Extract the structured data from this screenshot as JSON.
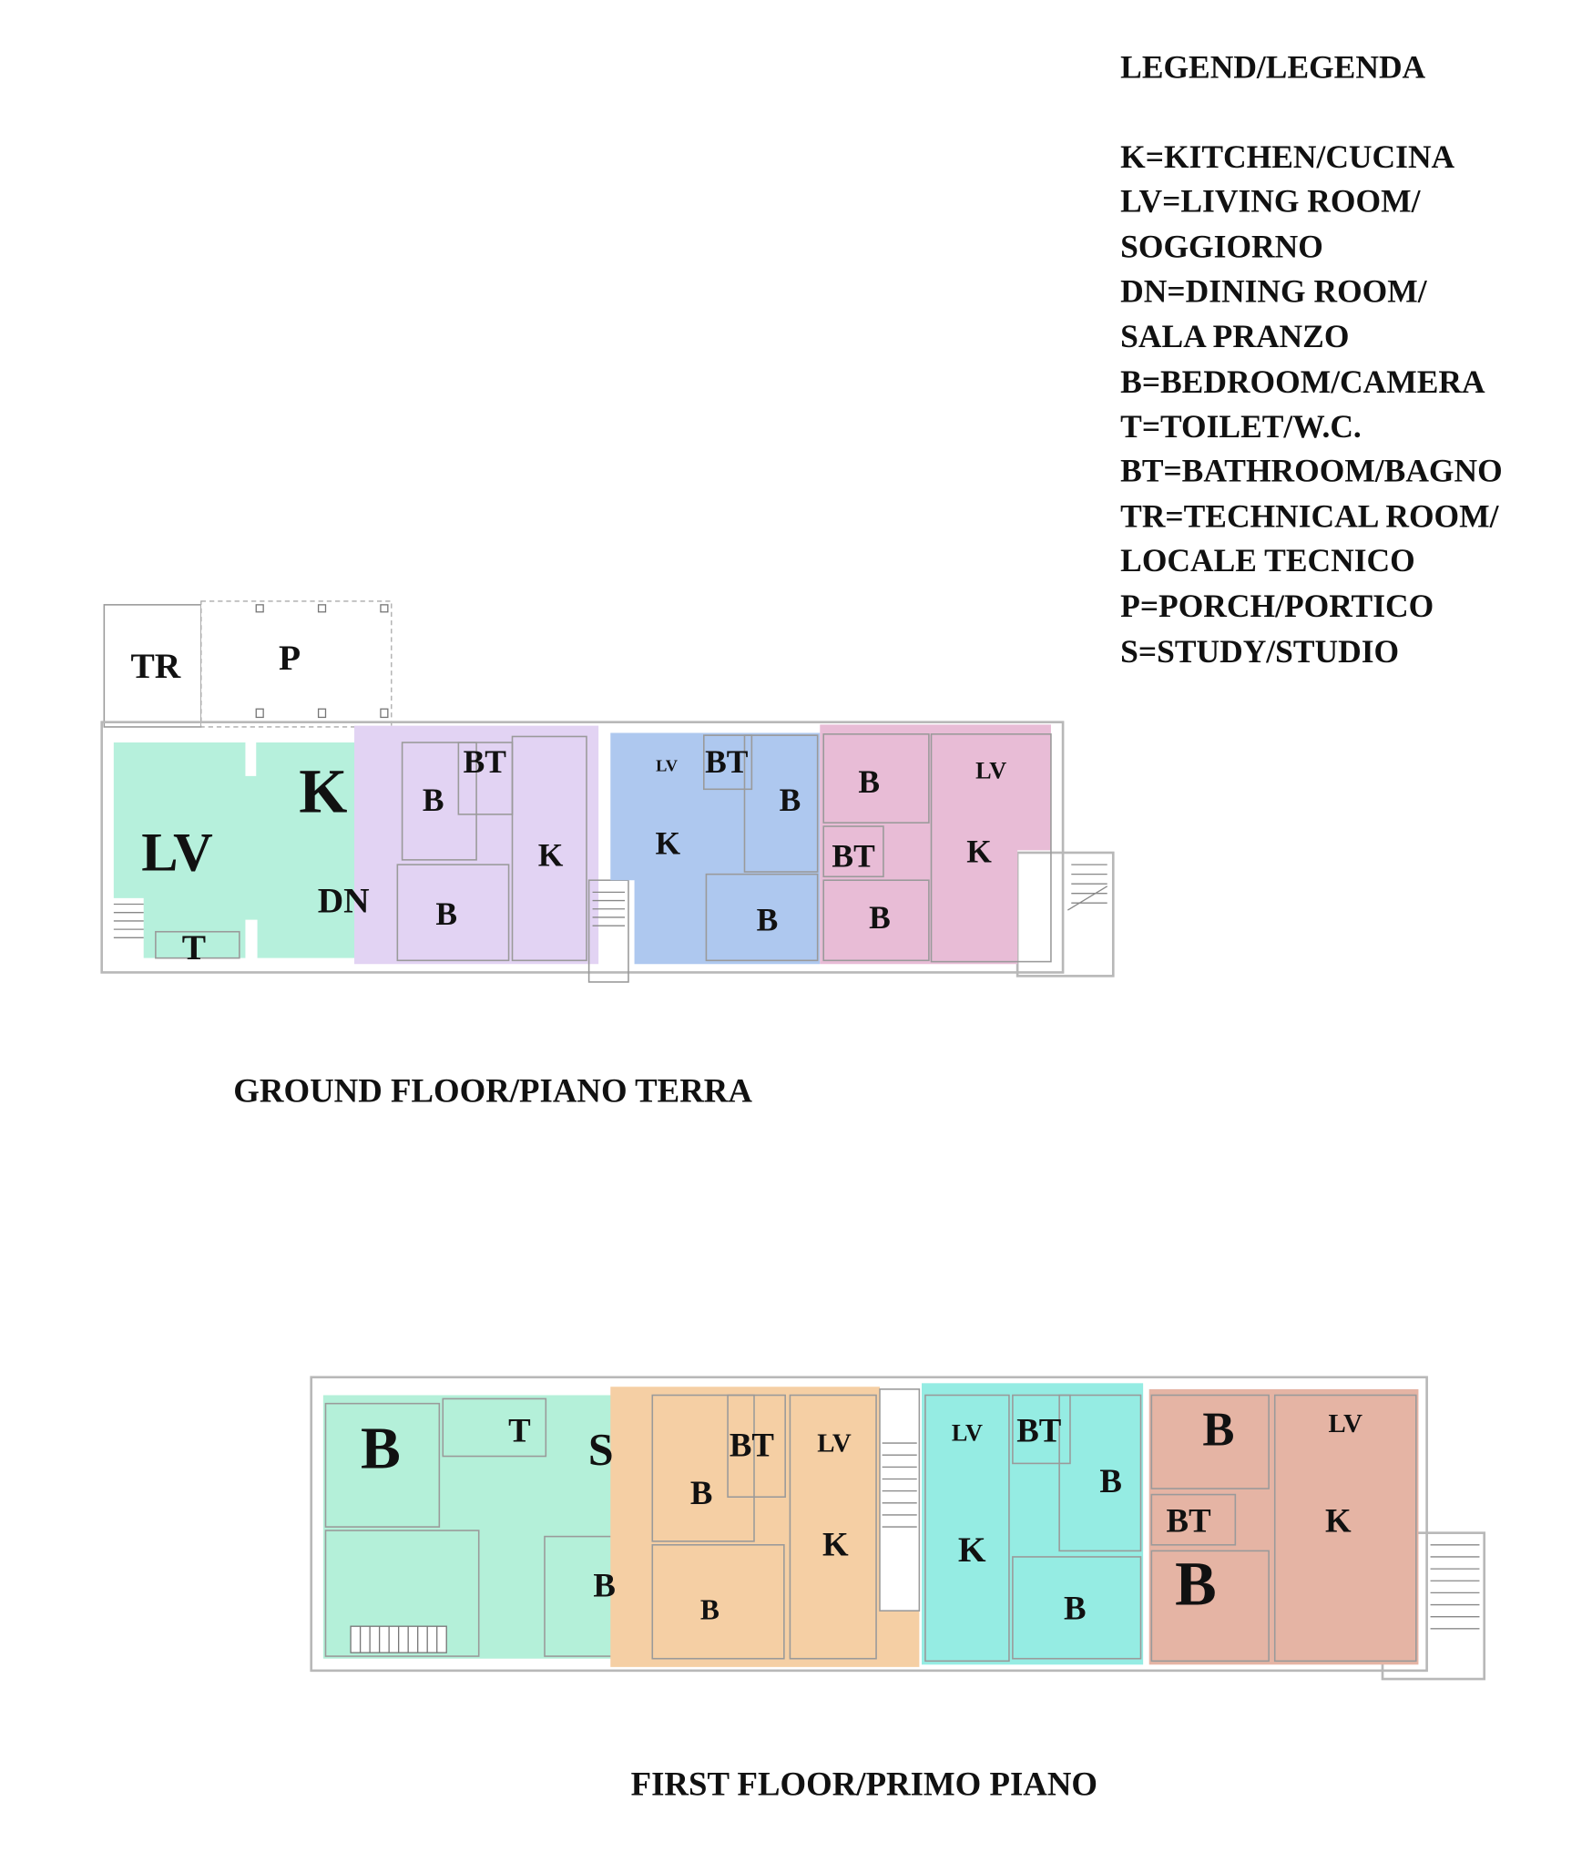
{
  "legend": {
    "title": "LEGEND/LEGENDA",
    "lines": [
      "K=KITCHEN/CUCINA",
      "LV=LIVING ROOM/",
      "SOGGIORNO",
      "DN=DINING ROOM/",
      "SALA PRANZO",
      "B=BEDROOM/CAMERA",
      "T=TOILET/W.C.",
      "BT=BATHROOM/BAGNO",
      "TR=TECHNICAL ROOM/",
      "LOCALE TECNICO",
      "P=PORCH/PORTICO",
      "S=STUDY/STUDIO"
    ]
  },
  "colors": {
    "unit_green": "#b6f0dc",
    "unit_purple": "#e2d3f3",
    "unit_blue": "#aec8ef",
    "unit_pink": "#e8bcd6",
    "unit_mint": "#b4f0d9",
    "unit_orange": "#f5cfa4",
    "unit_cyan": "#95ece3",
    "unit_salmon": "#e5b4a4"
  },
  "ground_floor": {
    "title": "GROUND FLOOR/PIANO TERRA",
    "rooms": [
      "TR",
      "P",
      "K",
      "LV",
      "DN",
      "T",
      "B",
      "BT",
      "K",
      "B",
      "LV",
      "BT",
      "B",
      "K",
      "B",
      "B",
      "LV",
      "BT",
      "K",
      "B"
    ]
  },
  "first_floor": {
    "title": "FIRST FLOOR/PRIMO PIANO",
    "rooms": [
      "B",
      "T",
      "S",
      "B",
      "BT",
      "B",
      "LV",
      "K",
      "B",
      "LV",
      "BT",
      "B",
      "K",
      "B",
      "B",
      "BT",
      "B",
      "LV",
      "K"
    ]
  }
}
